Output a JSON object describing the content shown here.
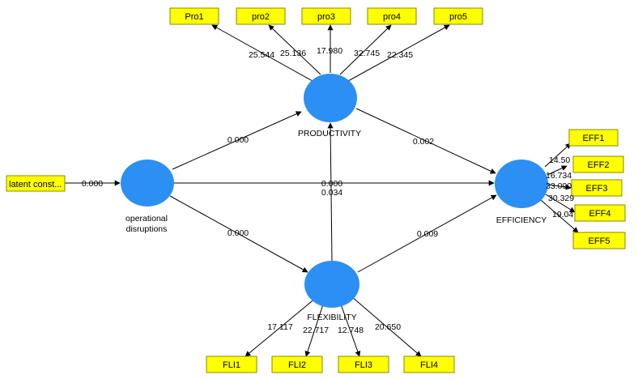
{
  "colors": {
    "latent": "#2b8ff3",
    "indicator": "#ffff00",
    "edge": "#000000"
  },
  "latents": {
    "operational": {
      "label_line1": "operational",
      "label_line2": "disruptions"
    },
    "productivity": {
      "label": "PRODUCTIVITY"
    },
    "efficiency": {
      "label": "EFFICIENCY"
    },
    "flexibility": {
      "label": "FLEXIBILITY"
    }
  },
  "indicators": {
    "latent_const": "latent const...",
    "pro1": "Pro1",
    "pro2": "pro2",
    "pro3": "pro3",
    "pro4": "pro4",
    "pro5": "pro5",
    "eff1": "EFF1",
    "eff2": "EFF2",
    "eff3": "EFF3",
    "eff4": "EFF4",
    "eff5": "EFF5",
    "fli1": "FLI1",
    "fli2": "FLI2",
    "fli3": "FLI3",
    "fli4": "FLI4"
  },
  "paths": {
    "op_to_prod": "0.000",
    "op_to_eff": "0.000",
    "op_to_flex": "0.000",
    "prod_to_eff": "0.002",
    "flex_to_eff": "0.009",
    "flex_to_prod": "0.034",
    "latent_const_to_op": "0.000"
  },
  "loadings": {
    "pro1": "25.544",
    "pro2": "25.136",
    "pro3": "17.980",
    "pro4": "32.745",
    "pro5": "22.345",
    "eff1": "14.50",
    "eff2": "16.734",
    "eff3": "33.090",
    "eff4": "30.329",
    "eff5": "19.04",
    "fli1": "17.117",
    "fli2": "22.717",
    "fli3": "12.748",
    "fli4": "20.650"
  }
}
